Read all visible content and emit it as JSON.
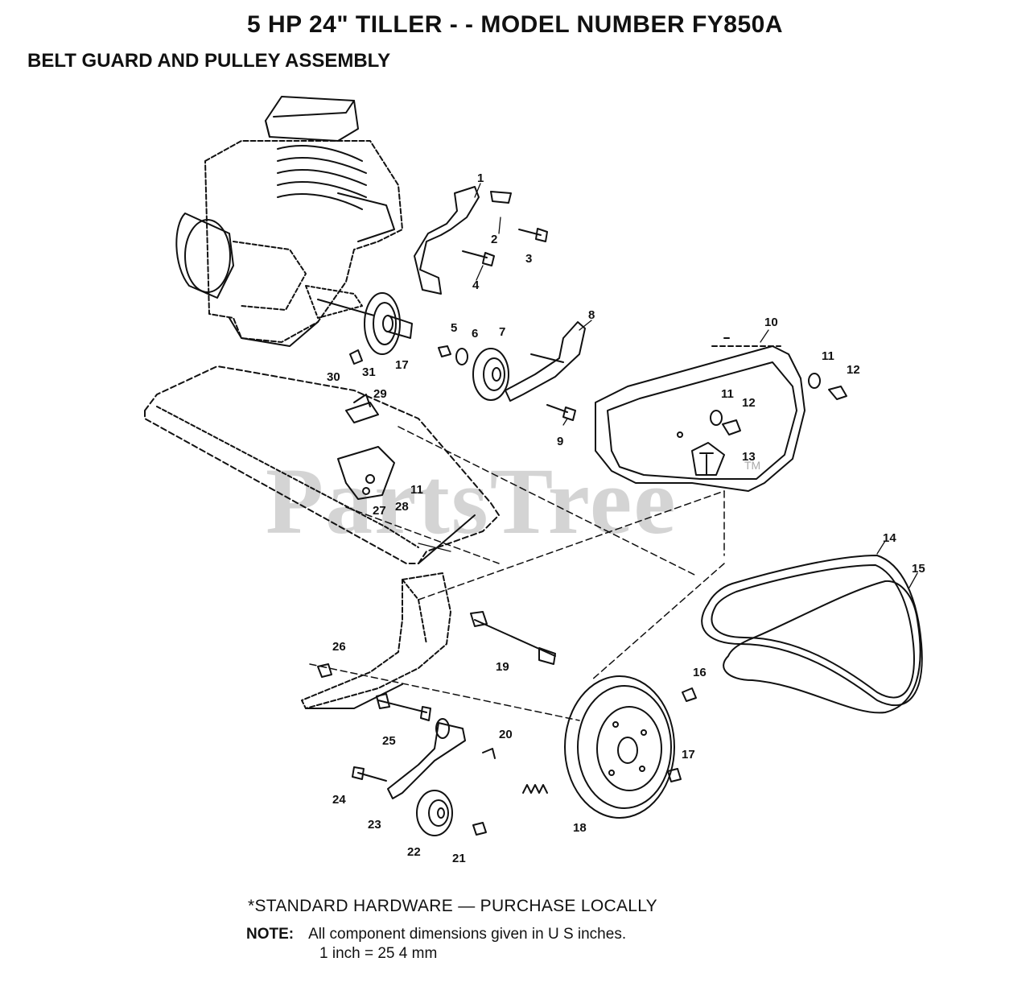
{
  "title": "5 HP  24\" TILLER - - MODEL NUMBER FY850A",
  "subtitle": "BELT GUARD AND PULLEY ASSEMBLY",
  "watermark": "PartsTree",
  "trademark": "TM",
  "footer": {
    "standard_hardware": "*STANDARD HARDWARE — PURCHASE LOCALLY",
    "note_label": "NOTE:",
    "note_text": "All component dimensions given in U S  inches.",
    "conversion": "1 inch = 25 4 mm"
  },
  "callouts": [
    "1",
    "2",
    "3",
    "4",
    "5",
    "6",
    "7",
    "8",
    "9",
    "10",
    "11",
    "12",
    "11",
    "12",
    "13",
    "14",
    "15",
    "16",
    "17",
    "18",
    "19",
    "20",
    "21",
    "22",
    "23",
    "24",
    "25",
    "26",
    "11",
    "27",
    "28",
    "29",
    "30",
    "31",
    "17"
  ]
}
